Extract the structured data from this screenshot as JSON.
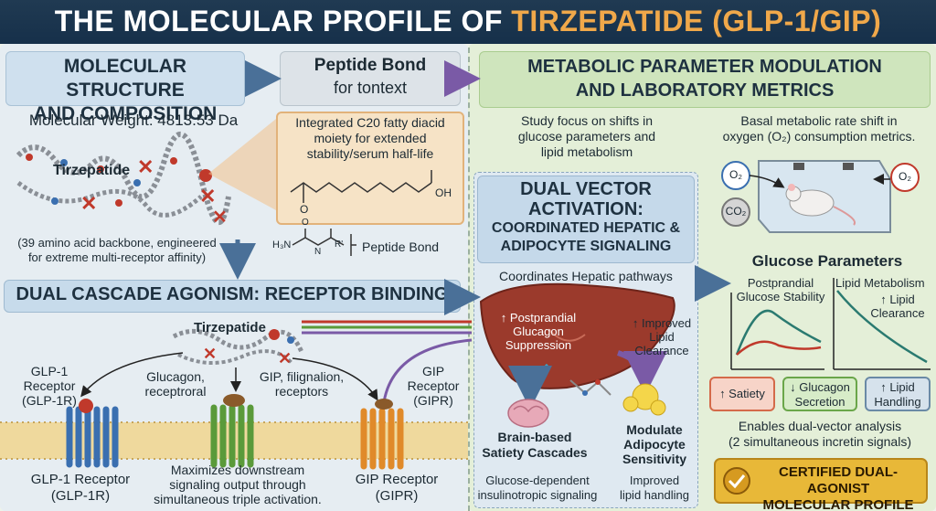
{
  "title": {
    "main": "THE MOLECULAR PROFILE OF ",
    "accent": "TIRZEPATIDE (GLP-1/GIP)"
  },
  "structure": {
    "header_line1": "MOLECULAR STRUCTURE",
    "header_line2": "AND COMPOSITION",
    "weight": "Molecular Weight: 4813.53 Da",
    "molecule_label": "Tirzepatide",
    "backbone_line1": "(39 amino acid backbone, engineered",
    "backbone_line2": "for extreme multi-receptor affinity)"
  },
  "peptide": {
    "header_line1": "Peptide Bond",
    "header_line2": "for tontext",
    "moiety_line1": "Integrated C20 fatty diacid",
    "moiety_line2": "moiety for extended",
    "moiety_line3": "stability/serum half-life",
    "bond_label": "Peptide Bond",
    "oh_label": "OH",
    "o_label": "O",
    "hn_label": "H₃N",
    "n_label": "N",
    "r_label": "R'"
  },
  "cascade": {
    "header": "DUAL CASCADE AGONISM: RECEPTOR BINDING",
    "molecule_label": "Tirzepatide",
    "glp1_top_line1": "GLP-1",
    "glp1_top_line2": "Receptor",
    "glp1_top_line3": "(GLP-1R)",
    "glucagon_line1": "Glucagon,",
    "glucagon_line2": "receptroral",
    "gip_mid_line1": "GIP, filignalion,",
    "gip_mid_line2": "receptors",
    "gip_top_line1": "GIP",
    "gip_top_line2": "Receptor",
    "gip_top_line3": "(GIPR)",
    "glp1_bottom_line1": "GLP-1 Receptor",
    "glp1_bottom_line2": "(GLP-1R)",
    "center_line1": "Maximizes downstream",
    "center_line2": "signaling output through",
    "center_line3": "simultaneous triple activation.",
    "gip_bottom_line1": "GIP Receptor",
    "gip_bottom_line2": "(GIPR)"
  },
  "metabolic": {
    "header_line1": "METABOLIC PARAMETER MODULATION",
    "header_line2": "AND LABORATORY METRICS",
    "study_line1": "Study focus on shifts in",
    "study_line2": "glucose parameters and",
    "study_line3": "lipid metabolism",
    "basal_line1": "Basal metabolic rate shift in",
    "basal_line2": "oxygen (O₂) consumption metrics.",
    "o2_label": "O₂",
    "co2_label": "CO₂",
    "glucose_header": "Glucose Parameters",
    "postprandial_line1": "Postprandial",
    "postprandial_line2": "Glucose Stability",
    "lipid_metab": "Lipid Metabolism",
    "lipid_clear_line1": "↑ Lipid",
    "lipid_clear_line2": "Clearance",
    "btn_satiety": "↑ Satiety",
    "btn_glucagon_line1": "↓ Glucagon",
    "btn_glucagon_line2": "Secretion",
    "btn_lipid_line1": "↑ Lipid",
    "btn_lipid_line2": "Handling",
    "enables_line1": "Enables dual-vector analysis",
    "enables_line2": "(2 simultaneous incretin signals)",
    "badge_line1": "CERTIFIED DUAL-AGONIST",
    "badge_line2": "MOLECULAR PROFILE"
  },
  "dual": {
    "header_line1": "DUAL VECTOR",
    "header_line2": "ACTIVATION:",
    "header_line3": "COORDINATED HEPATIC &",
    "header_line4": "ADIPOCYTE SIGNALING",
    "coordinates": "Coordinates Hepatic pathways",
    "pp_line1": "↑ Postprandial",
    "pp_line2": "Glucagon",
    "pp_line3": "Suppression",
    "improved_line1": "↑ Improved",
    "improved_line2": "Lipid",
    "improved_line3": "Clearance",
    "brain_line1": "Brain-based",
    "brain_line2": "Satiety Cascades",
    "brain_sub_line1": "Glucose-dependent",
    "brain_sub_line2": "insulinotropic signaling",
    "adipo_line1": "Modulate",
    "adipo_line2": "Adipocyte",
    "adipo_line3": "Sensitivity",
    "adipo_sub_line1": "Improved",
    "adipo_sub_line2": "lipid handling"
  },
  "colors": {
    "title_bg": "#1a3550",
    "accent_orange": "#f0a84a",
    "green_panel": "#d4e8c4",
    "blue_panel": "#d3e2ef",
    "liver": "#9b3a2c",
    "glp1_receptor": "#3a6fb0",
    "glucagon_receptor": "#5a9a3a",
    "gip_receptor": "#e08a2a",
    "badge_gold": "#e8b838"
  },
  "icons": [
    "molecule-icon",
    "liver-icon",
    "brain-icon",
    "fat-cell-icon",
    "mouse-icon",
    "certificate-icon",
    "arrow-icon"
  ]
}
